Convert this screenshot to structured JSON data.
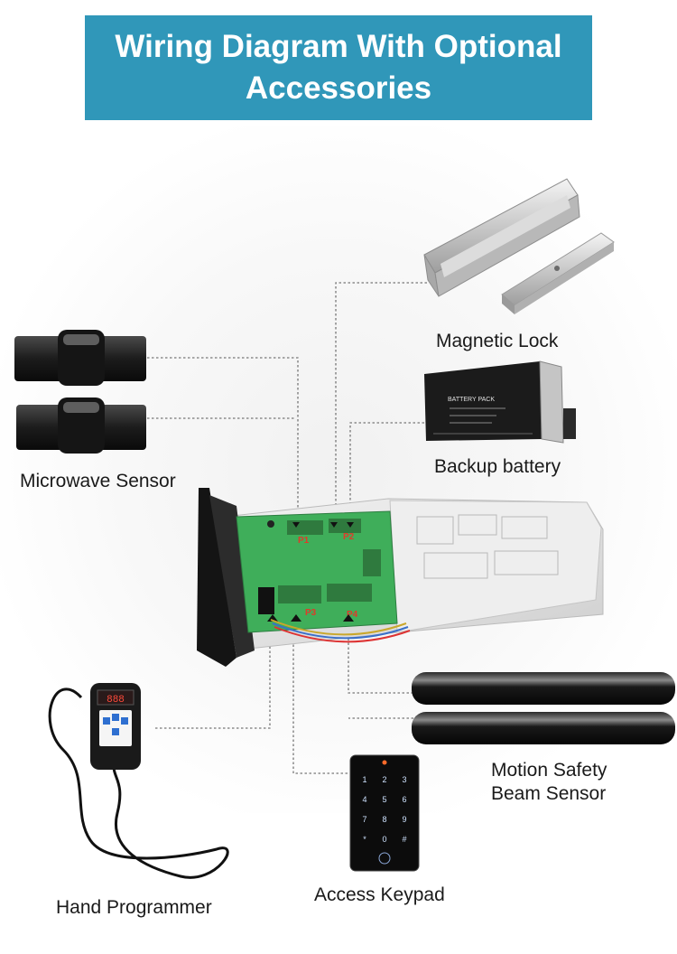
{
  "title": "Wiring Diagram With Optional Accessories",
  "labels": {
    "magnetic_lock": "Magnetic Lock",
    "backup_battery": "Backup battery",
    "microwave_sensor": "Microwave Sensor",
    "motion_beam_line1": "Motion Safety",
    "motion_beam_line2": "Beam Sensor",
    "hand_programmer": "Hand Programmer",
    "access_keypad": "Access Keypad"
  },
  "board_ports": [
    "P1",
    "P2",
    "P3",
    "P4"
  ],
  "battery_pack_text": "BATTERY PACK",
  "colors": {
    "title_bg": "#3097b9",
    "board_green": "#3fae5a",
    "port_red": "#e03a2a",
    "sensor_black": "#1c1c1c",
    "connector_line": "#777777"
  }
}
